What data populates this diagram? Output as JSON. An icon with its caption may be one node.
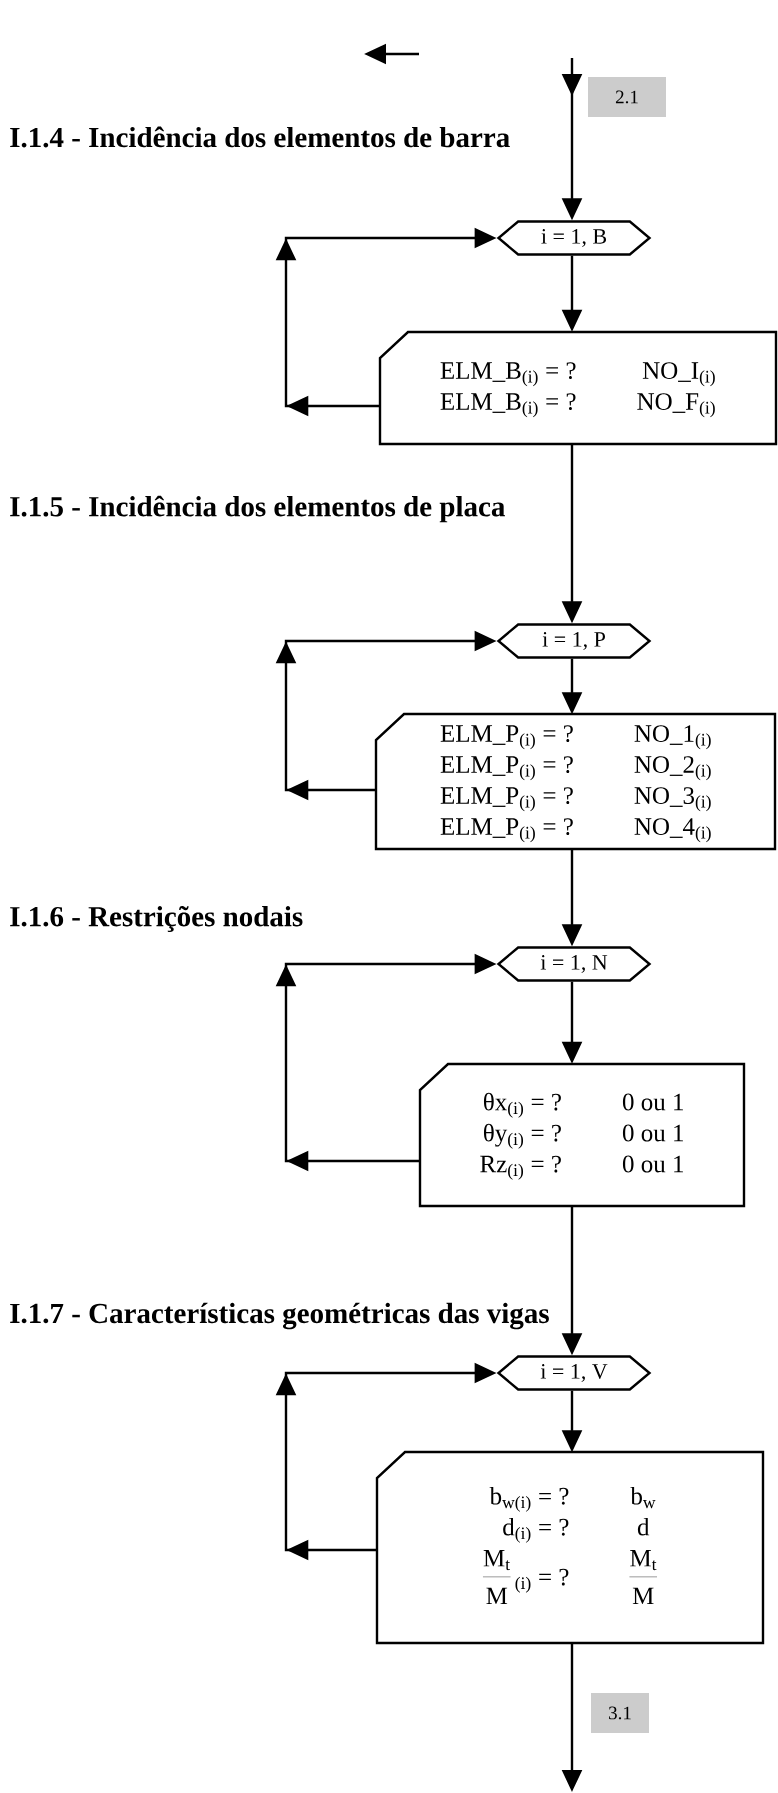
{
  "diagram": {
    "nodes": [
      {
        "text": [
          "i = 1, B"
        ]
      },
      {
        "text": [
          "ELM_B$_{(i)}$ = ?",
          "NO_I$_{(i)}$",
          "ELM_B$_{(i)}$ = ?",
          "NO_F$_{(i)}$"
        ]
      },
      {
        "text": [
          "i = 1, P"
        ]
      },
      {
        "text": [
          "ELM_P$_{(i)}$ = ?",
          "NO_1$_{(i)}$",
          "ELM_P$_{(i)}$ = ?",
          "NO_2$_{(i)}$",
          "ELM_P$_{(i)}$ = ?",
          "NO_3$_{(i)}$",
          "ELM_P$_{(i)}$ = ?",
          "NO_4$_{(i)}$"
        ]
      },
      {
        "text": [
          "i = 1, N"
        ]
      },
      {
        "text": [
          "θx$_{(i)}$ = ?",
          "0 ou 1",
          "θy$_{(i)}$ = ?",
          "0 ou 1",
          "Rz$_{(i)}$ = ?",
          "0 ou 1"
        ]
      },
      {
        "text": [
          "i = 1, V"
        ]
      },
      {
        "text": [
          "b$_{w(i)}$ = ?",
          "b$_{w}$",
          "d$_{(i)}$ = ?",
          "d",
          "M$_{t}$",
          "M",
          "$_{(i)}$ = ?",
          "M$_{t}$",
          "M"
        ]
      }
    ],
    "edges": [
      {
        "from": null,
        "to": 0,
        "arrow": "to",
        "label": "2.1"
      },
      {
        "from": 0,
        "to": 1,
        "arrow": "to"
      },
      {
        "from": 1,
        "to": 0,
        "arrow": "to"
      },
      {
        "from": 1,
        "to": 2,
        "arrow": "to"
      },
      {
        "from": 2,
        "to": 3,
        "arrow": "to"
      },
      {
        "from": 3,
        "to": 2,
        "arrow": "to"
      },
      {
        "from": 3,
        "to": 4,
        "arrow": "to"
      },
      {
        "from": 4,
        "to": 5,
        "arrow": "to"
      },
      {
        "from": 5,
        "to": 4,
        "arrow": "to"
      },
      {
        "from": 5,
        "to": 6,
        "arrow": "to"
      },
      {
        "from": 6,
        "to": 7,
        "arrow": "to"
      },
      {
        "from": 7,
        "to": 6,
        "arrow": "to"
      },
      {
        "from": 7,
        "to": null,
        "arrow": "to",
        "label": "3.1"
      }
    ],
    "labels": [
      "I.1.4 - Incidência dos elementos de barra",
      "I.1.5 - Incidência dos elementos de placa",
      "I.1.6 - Restrições nodais",
      "I.1.7 - Características geométricas das vigas"
    ]
  }
}
